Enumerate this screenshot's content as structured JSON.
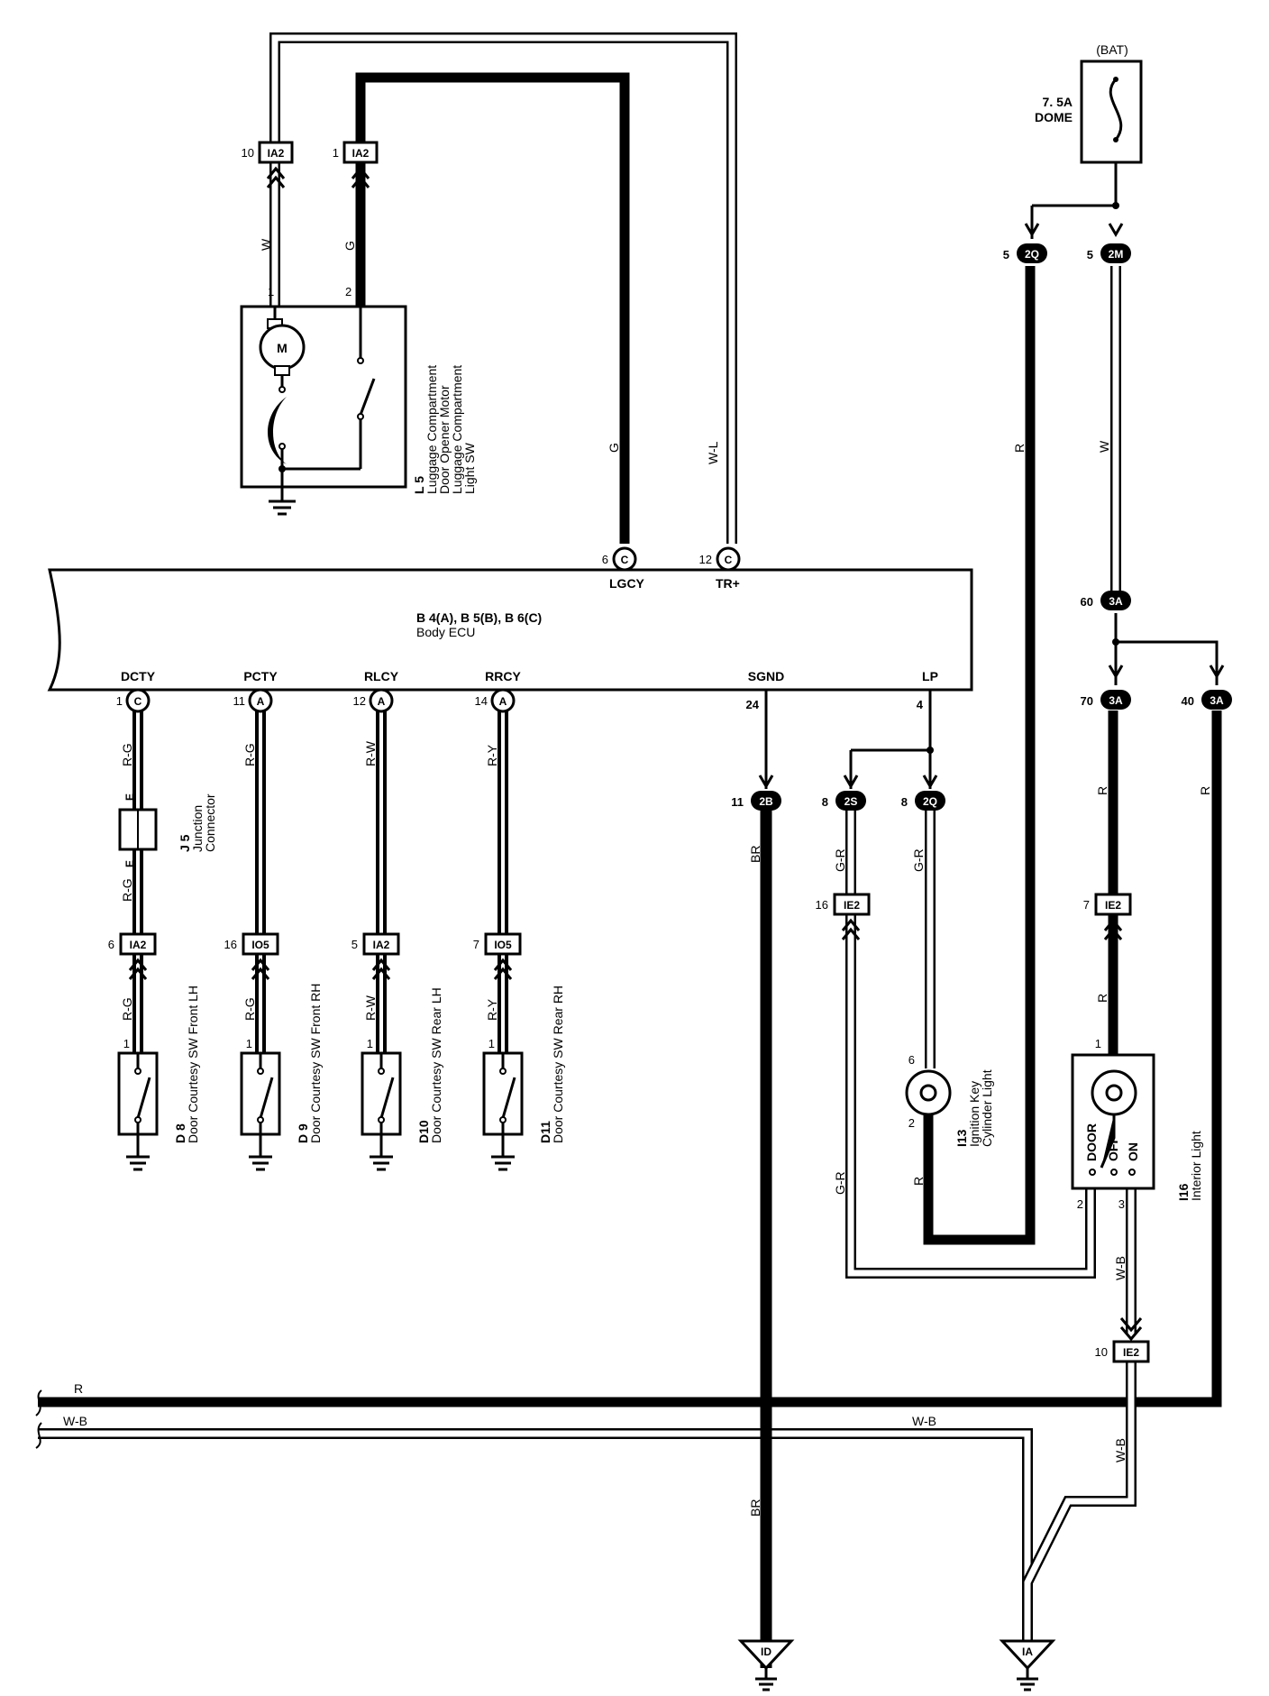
{
  "battery": {
    "label": "(BAT)"
  },
  "fuse": {
    "rating": "7. 5A",
    "name": "DOME"
  },
  "ecu": {
    "code": "B 4(A), B 5(B), B 6(C)",
    "name": "Body ECU",
    "terminals": {
      "lgcy": "LGCY",
      "trp": "TR+",
      "dcty": "DCTY",
      "pcty": "PCTY",
      "rlcy": "RLCY",
      "rrcy": "RRCY",
      "sgnd": "SGND",
      "lp": "LP"
    }
  },
  "motor_symbol": "M",
  "components": {
    "l5": {
      "code": "L 5",
      "lines": [
        "Luggage Compartment",
        "Door Opener Motor",
        "Luggage Compartment",
        "Light SW"
      ]
    },
    "j5": {
      "code": "J 5",
      "lines": [
        "Junction",
        "Connector"
      ]
    },
    "d8": {
      "code": "D 8",
      "name": "Door Courtesy SW Front LH"
    },
    "d9": {
      "code": "D 9",
      "name": "Door Courtesy SW Front RH"
    },
    "d10": {
      "code": "D10",
      "name": "Door Courtesy SW Rear LH"
    },
    "d11": {
      "code": "D11",
      "name": "Door Courtesy SW Rear RH"
    },
    "i13": {
      "code": "I13",
      "lines": [
        "Ignition Key",
        "Cylinder Light"
      ]
    },
    "i16": {
      "code": "I16",
      "name": "Interior Light",
      "positions": [
        "DOOR",
        "OFF",
        "ON"
      ]
    }
  },
  "connectors": {
    "ia2": "IA2",
    "io5": "IO5",
    "ie2": "IE2",
    "c": "C",
    "a": "A",
    "j2q": "2Q",
    "j2m": "2M",
    "j3a": "3A",
    "j2b": "2B",
    "j2s": "2S",
    "j_e": "E",
    "ground_id": "ID",
    "ground_ia": "IA"
  },
  "pins": {
    "p1": "1",
    "p2": "2",
    "p3": "3",
    "p4": "4",
    "p5": "5",
    "p6": "6",
    "p7": "7",
    "p8": "8",
    "p10": "10",
    "p11": "11",
    "p12": "12",
    "p14": "14",
    "p16": "16",
    "p24": "24",
    "p40": "40",
    "p60": "60",
    "p70": "70"
  },
  "wire_colors": {
    "w": "W",
    "g": "G",
    "wl": "W-L",
    "r": "R",
    "rg": "R-G",
    "rw": "R-W",
    "ry": "R-Y",
    "br": "BR",
    "gr": "G-R",
    "wb": "W-B"
  }
}
